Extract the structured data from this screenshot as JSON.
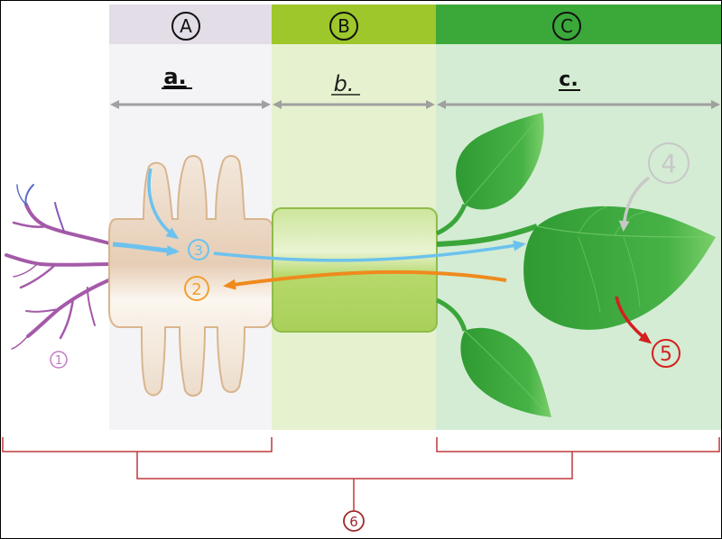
{
  "zones": [
    {
      "id": "A",
      "letter": "A",
      "label": "a.",
      "header_color": "#e2dde6",
      "body_color": "#f4f4f6"
    },
    {
      "id": "B",
      "letter": "B",
      "label": "b.",
      "header_color": "#9dc72b",
      "body_color": "#e6f2cf"
    },
    {
      "id": "C",
      "letter": "C",
      "label": "c.",
      "header_color": "#3ba83a",
      "body_color": "#d4ecd4"
    }
  ],
  "markers": {
    "m1": "1",
    "m2": "2",
    "m3": "3",
    "m4": "4",
    "m5": "5",
    "m6": "6"
  },
  "colors": {
    "roots": "#a45aa8",
    "root_tips": "#5a6ac8",
    "flow_blue": "#6cc2ee",
    "flow_orange": "#ef8a1d",
    "marker4": "#c8c8c8",
    "red": "#d32020",
    "brace": "#c0393b",
    "arrow_gray": "#a0a0a0",
    "leaf": "#3aa63a",
    "stem_box": "#b8dc70",
    "root_box": "#e7d4bf"
  }
}
